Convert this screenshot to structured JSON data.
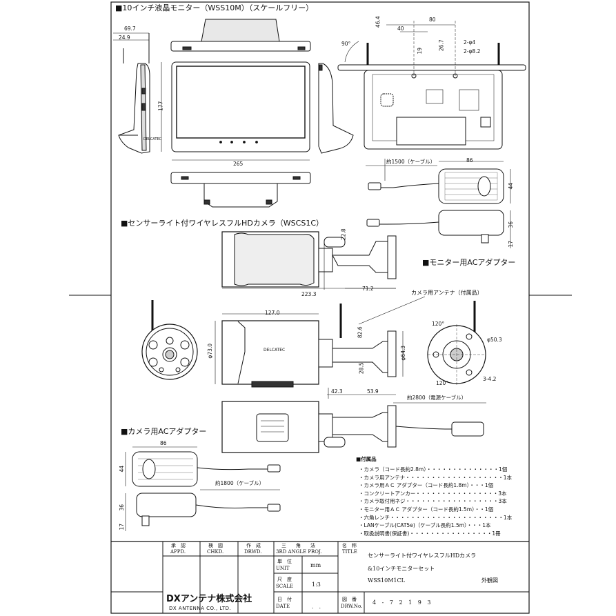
{
  "sections": {
    "monitor": "■10インチ液晶モニター（WSS10M）（スケールフリー）",
    "camera": "■センサーライト付ワイヤレスフルHDカメラ（WSCS1C）",
    "monitor_adapter": "■モニター用ACアダプター",
    "camera_adapter": "■カメラ用ACアダプター"
  },
  "dims": {
    "m_697": "69.7",
    "m_249": "24.9",
    "m_177": "177",
    "m_265": "265",
    "m_464": "46.4",
    "m_40": "40",
    "m_80": "80",
    "m_19": "19",
    "m_267": "26.7",
    "m_phi4": "2-φ4",
    "m_phi82": "2-φ8.2",
    "m_90": "90°",
    "ma_cable": "約1500（ケーブル）",
    "ma_86": "86",
    "ma_44": "44",
    "ma_36": "36",
    "ma_17": "17",
    "c_228": "22.8",
    "c_2233": "223.3",
    "c_712": "71.2",
    "c_1270": "127.0",
    "c_826": "82.6",
    "c_730": "φ73.0",
    "c_643": "φ64.3",
    "c_285": "28.5",
    "c_423": "42.3",
    "c_539": "53.9",
    "c_503": "φ50.3",
    "c_120a": "120°",
    "c_120b": "120°",
    "c_342": "3-4.2",
    "c_cable": "約2800（電源ケーブル）",
    "ca_86": "86",
    "ca_44": "44",
    "ca_cable": "約1800（ケーブル）",
    "ca_36": "36",
    "ca_17": "17"
  },
  "labels": {
    "antenna": "カメラ用アンテナ（付属品）",
    "brand_monitor": "DELCATEC",
    "brand_camera": "DELCATEC"
  },
  "accessories": {
    "title": "■付属品",
    "items": [
      "・カメラ（コード長約2.8m）・・・・・・・・・・・・・・1個",
      "・カメラ用アンテナ・・・・・・・・・・・・・・・・・・・1本",
      "・カメラ用ＡＣ アダプター（コード長約1.8m）・・・1個",
      "・コンクリートアンカー・・・・・・・・・・・・・・・・3本",
      "・カメラ取付用ネジ・・・・・・・・・・・・・・・・・・3本",
      "・モニター用ＡＣ アダプター（コード長約1.5m）・・1個",
      "・六角レンチ・・・・・・・・・・・・・・・・・・・・・・1本",
      "・LANケーブル(CAT5e)（ケーブル長約1.5m）・・・1本",
      "・取扱説明書(保証書)・・・・・・・・・・・・・・・・1冊"
    ]
  },
  "title_block": {
    "appd_jp": "承　認",
    "appd_en": "APPD.",
    "chkd_jp": "検　図",
    "chkd_en": "CHKD.",
    "drwd_jp": "作　成",
    "drwd_en": "DRWD.",
    "proj_jp": "三　　角　　法",
    "proj_en": "3RD ANGLE PROJ.",
    "title_jp": "名　称",
    "title_en": "TITLE",
    "name_line1": "センサーライト付ワイヤレスフルHDカメラ",
    "name_line2": "&10インチモニターセット",
    "model": "WSS10M1CL",
    "view": "外観図",
    "unit_jp": "単　位",
    "unit_en": "UNIT",
    "unit_val": "mm",
    "scale_jp": "尺　度",
    "scale_en": "SCALE",
    "scale_val": "1:3",
    "date_jp": "日　付",
    "date_en": "DATE",
    "date_val": ".　.",
    "drw_jp": "図　番",
    "drw_en": "DRW.No.",
    "drw_no": "4 - 7 2 1 9 3",
    "company_jp": "DXアンテナ株式会社",
    "company_en": "DX ANTENNA CO., LTD."
  }
}
